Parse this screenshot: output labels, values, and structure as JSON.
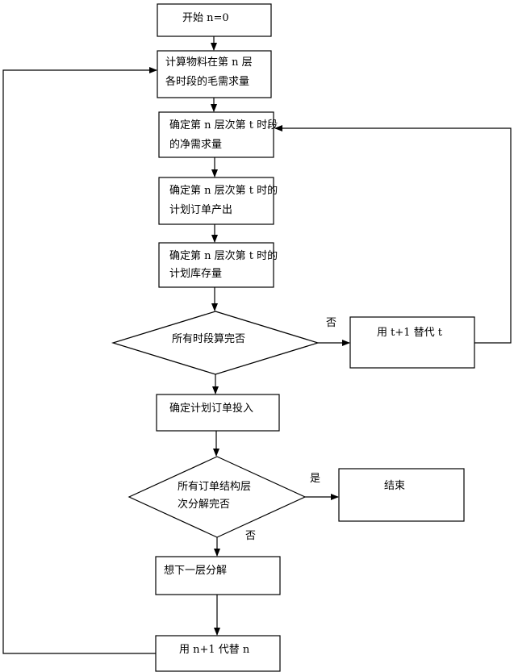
{
  "flowchart": {
    "start": "开始 n=0",
    "gross_req": [
      "计算物料在第 n 层",
      "各时段的毛需求量"
    ],
    "net_req": [
      "确定第 n 层次第 t 时段",
      "的净需求量"
    ],
    "planned_output": [
      "确定第 n 层次第 t 时的",
      "计划订单产出"
    ],
    "planned_inventory": [
      "确定第 n 层次第 t 时的",
      "计划库存量"
    ],
    "decision_periods": "所有时段算完否",
    "label_no_1": "否",
    "replace_t": "用 t+1 替代 t",
    "order_release": "确定计划订单投入",
    "decision_levels": [
      "所有订单结构层",
      "次分解完否"
    ],
    "label_yes": "是",
    "end": "结束",
    "label_no_2": "否",
    "next_level": "想下一层分解",
    "replace_n": "用 n+1 代替 n"
  }
}
